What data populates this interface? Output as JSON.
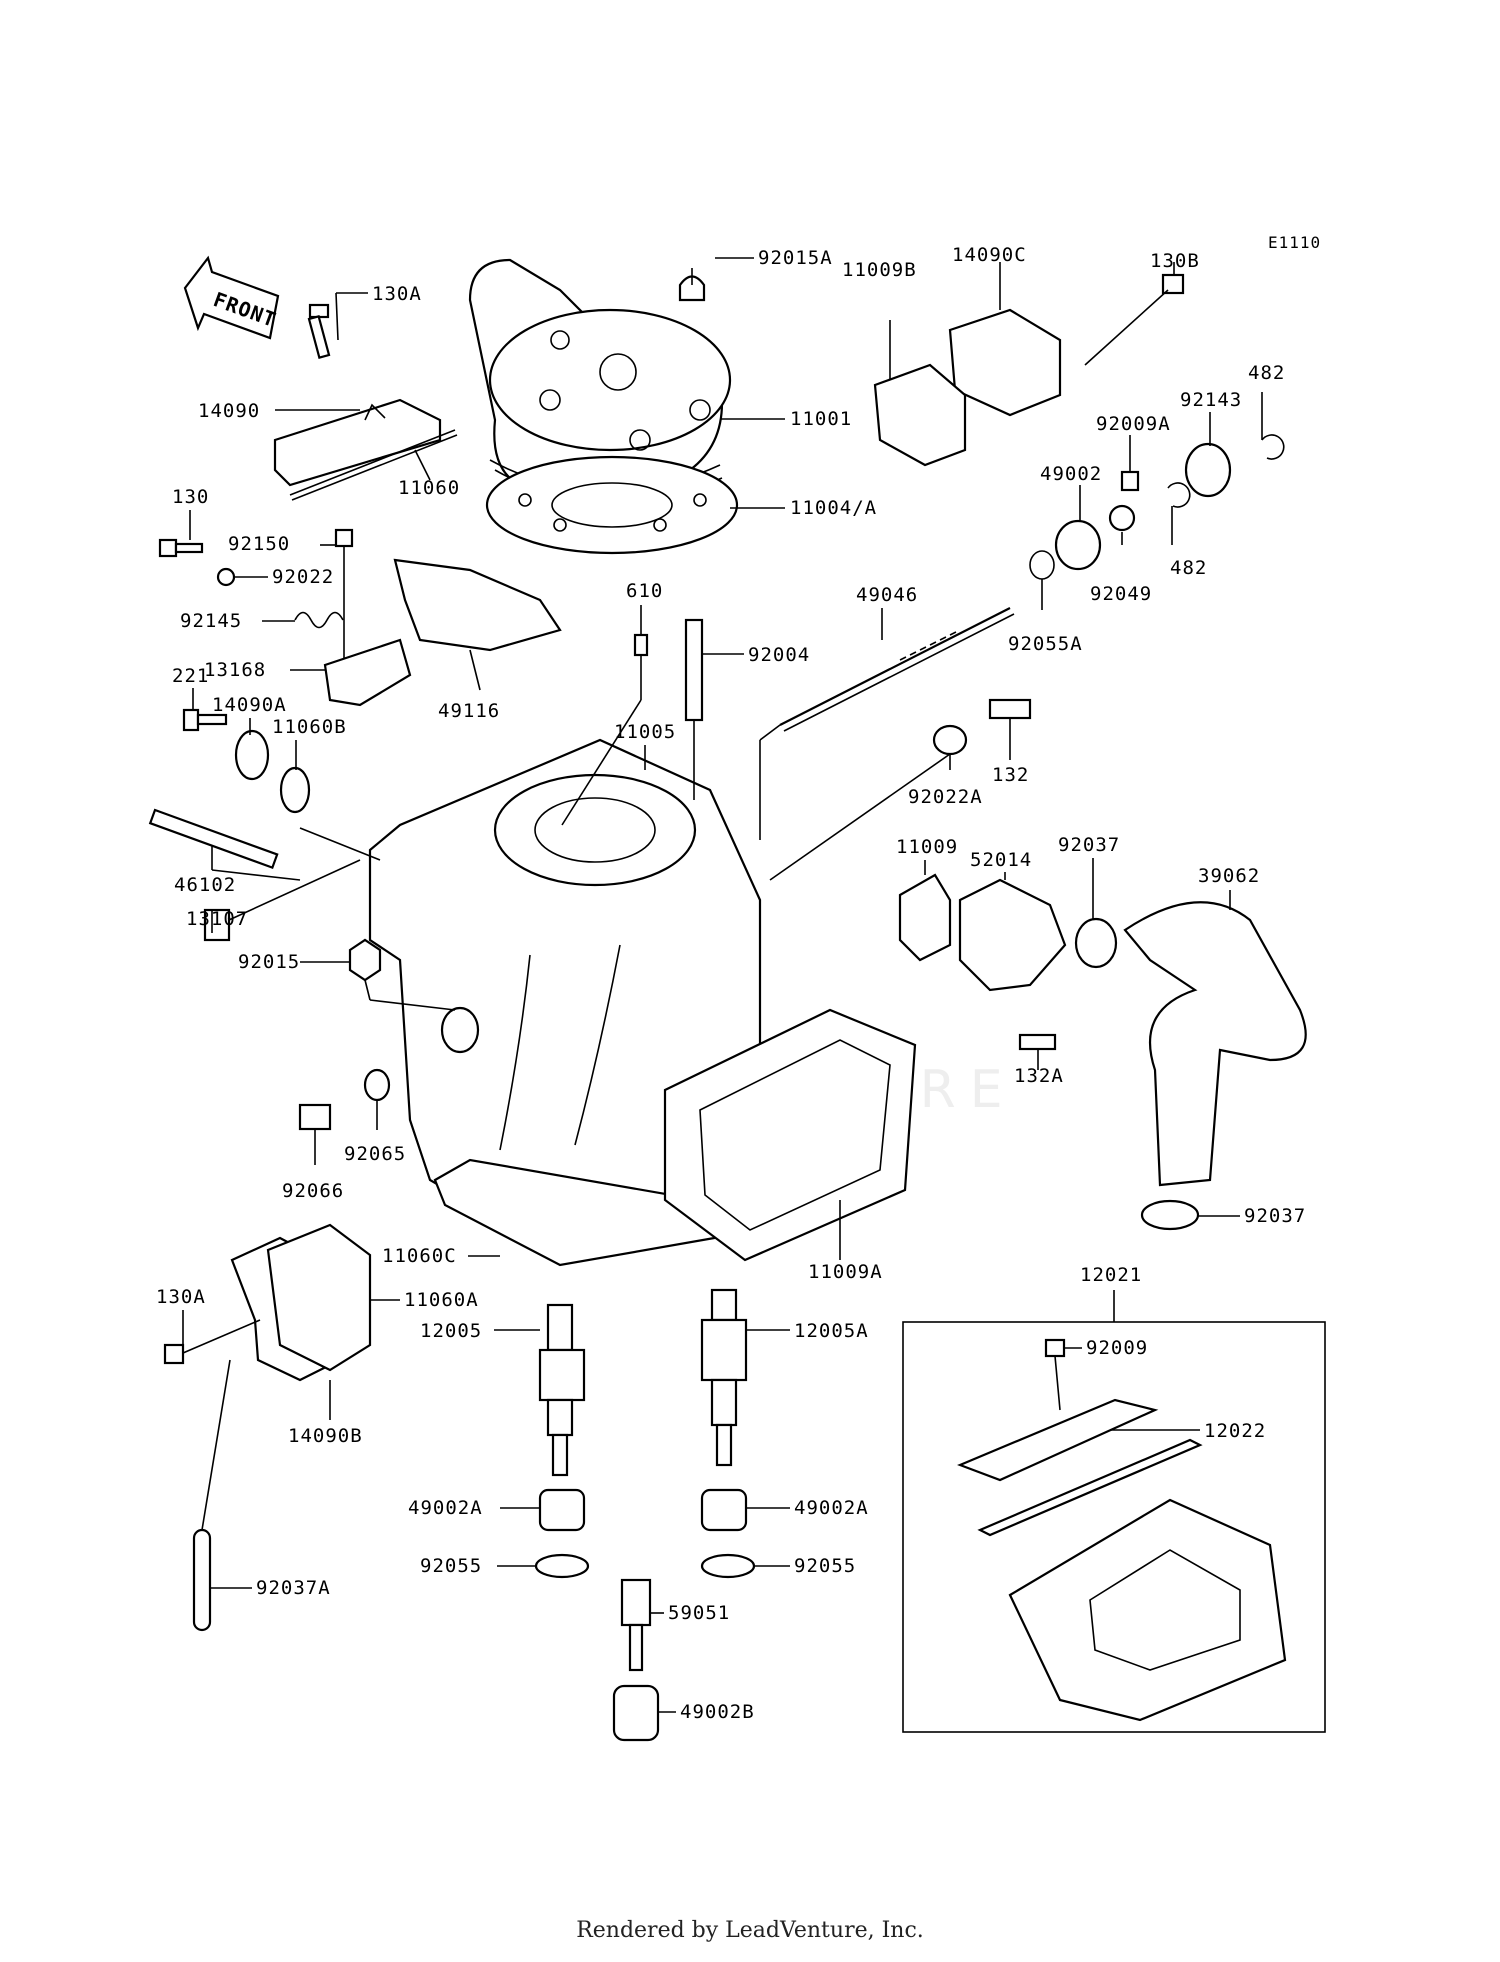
{
  "diagram_code": "E1110",
  "front_label": "FRONT",
  "watermark": "LEADVENTURE",
  "footer": "Rendered by LeadVenture, Inc.",
  "callouts": [
    {
      "id": "c-92015A",
      "text": "92015A"
    },
    {
      "id": "c-130A-top",
      "text": "130A"
    },
    {
      "id": "c-14090",
      "text": "14090"
    },
    {
      "id": "c-11060",
      "text": "11060"
    },
    {
      "id": "c-11001",
      "text": "11001"
    },
    {
      "id": "c-11004A",
      "text": "11004/A"
    },
    {
      "id": "c-11009B",
      "text": "11009B"
    },
    {
      "id": "c-14090C",
      "text": "14090C"
    },
    {
      "id": "c-130B",
      "text": "130B"
    },
    {
      "id": "c-482-top",
      "text": "482"
    },
    {
      "id": "c-92143",
      "text": "92143"
    },
    {
      "id": "c-92009A",
      "text": "92009A"
    },
    {
      "id": "c-49002",
      "text": "49002"
    },
    {
      "id": "c-92049",
      "text": "92049"
    },
    {
      "id": "c-482-bot",
      "text": "482"
    },
    {
      "id": "c-92055A",
      "text": "92055A"
    },
    {
      "id": "c-130",
      "text": "130"
    },
    {
      "id": "c-92150",
      "text": "92150"
    },
    {
      "id": "c-92022",
      "text": "92022"
    },
    {
      "id": "c-92145",
      "text": "92145"
    },
    {
      "id": "c-13168",
      "text": "13168"
    },
    {
      "id": "c-49116",
      "text": "49116"
    },
    {
      "id": "c-610",
      "text": "610"
    },
    {
      "id": "c-92004",
      "text": "92004"
    },
    {
      "id": "c-49046",
      "text": "49046"
    },
    {
      "id": "c-221",
      "text": "221"
    },
    {
      "id": "c-14090A",
      "text": "14090A"
    },
    {
      "id": "c-11060B",
      "text": "11060B"
    },
    {
      "id": "c-11005",
      "text": "11005"
    },
    {
      "id": "c-132",
      "text": "132"
    },
    {
      "id": "c-92022A",
      "text": "92022A"
    },
    {
      "id": "c-46102",
      "text": "46102"
    },
    {
      "id": "c-13107",
      "text": "13107"
    },
    {
      "id": "c-11009",
      "text": "11009"
    },
    {
      "id": "c-52014",
      "text": "52014"
    },
    {
      "id": "c-92037-top",
      "text": "92037"
    },
    {
      "id": "c-39062",
      "text": "39062"
    },
    {
      "id": "c-92015",
      "text": "92015"
    },
    {
      "id": "c-132A",
      "text": "132A"
    },
    {
      "id": "c-92065",
      "text": "92065"
    },
    {
      "id": "c-92066",
      "text": "92066"
    },
    {
      "id": "c-92037-bot",
      "text": "92037"
    },
    {
      "id": "c-11060C",
      "text": "11060C"
    },
    {
      "id": "c-11009A",
      "text": "11009A"
    },
    {
      "id": "c-12021",
      "text": "12021"
    },
    {
      "id": "c-130A-bot",
      "text": "130A"
    },
    {
      "id": "c-11060A",
      "text": "11060A"
    },
    {
      "id": "c-12005",
      "text": "12005"
    },
    {
      "id": "c-12005A",
      "text": "12005A"
    },
    {
      "id": "c-92009",
      "text": "92009"
    },
    {
      "id": "c-14090B",
      "text": "14090B"
    },
    {
      "id": "c-12022",
      "text": "12022"
    },
    {
      "id": "c-49002A-left",
      "text": "49002A"
    },
    {
      "id": "c-49002A-right",
      "text": "49002A"
    },
    {
      "id": "c-92055-left",
      "text": "92055"
    },
    {
      "id": "c-92055-right",
      "text": "92055"
    },
    {
      "id": "c-59051",
      "text": "59051"
    },
    {
      "id": "c-92037A",
      "text": "92037A"
    },
    {
      "id": "c-49002B",
      "text": "49002B"
    }
  ]
}
